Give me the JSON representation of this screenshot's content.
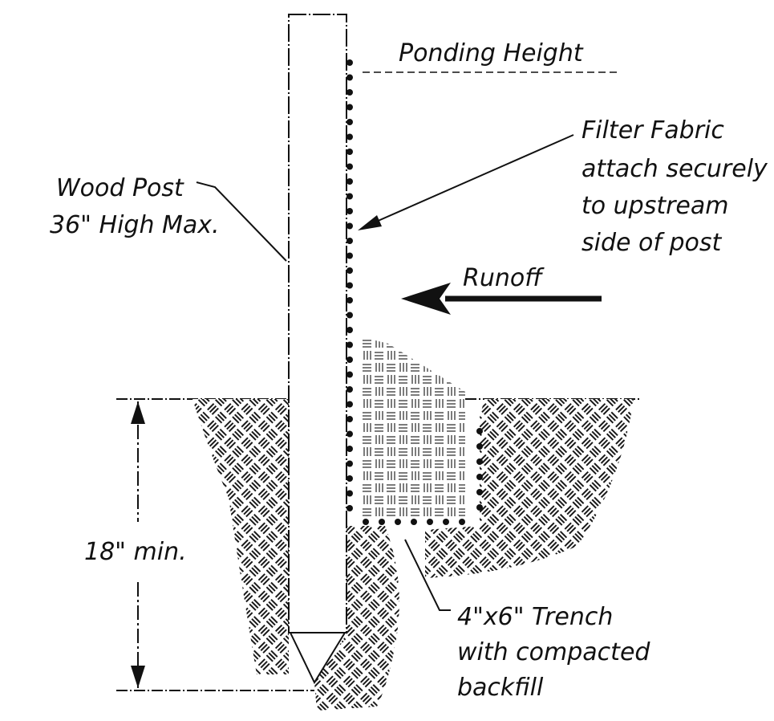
{
  "labels": {
    "ponding_height": "Ponding Height",
    "filter_fabric": [
      "Filter Fabric",
      "attach securely",
      "to upstream",
      "side of post"
    ],
    "wood_post": [
      "Wood Post",
      "36\" High Max."
    ],
    "runoff": "Runoff",
    "depth": "18\" min.",
    "trench": [
      "4\"x6\" Trench",
      "with compacted",
      "backfill"
    ]
  },
  "colors": {
    "ink": "#111111",
    "soil_hatch": "#1a1a1a",
    "backfill_hatch": "#444444",
    "background": "#ffffff"
  }
}
